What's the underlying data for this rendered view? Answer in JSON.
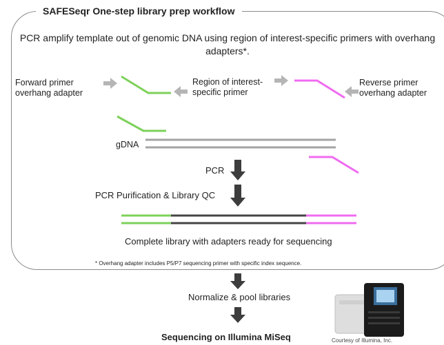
{
  "title": "SAFESeqr One-step library prep workflow",
  "intro": "PCR amplify template out of genomic DNA using region of interest-specific primers with overhang adapters*.",
  "labels": {
    "forward_primer": "Forward primer overhang adapter",
    "region_primer": "Region of interest-specific primer",
    "reverse_primer": "Reverse primer overhang adapter",
    "gdna": "gDNA"
  },
  "steps": {
    "pcr": "PCR",
    "purification": "PCR Purification & Library QC",
    "complete": "Complete library with adapters ready for sequencing",
    "normalize": "Normalize & pool libraries",
    "sequencing": "Sequencing on Illumina MiSeq"
  },
  "footnote": "* Overhang adapter includes P5/P7 sequencing primer with specific index sequence.",
  "courtesy": "Courtesy of Illumina, Inc.",
  "colors": {
    "green": "#7dd15a",
    "magenta": "#f06bf0",
    "dark_strand": "#444444",
    "gdna_strand": "#a3a3a3",
    "arrow": "#3d3d3d",
    "small_arrow": "#b5b5b5"
  }
}
